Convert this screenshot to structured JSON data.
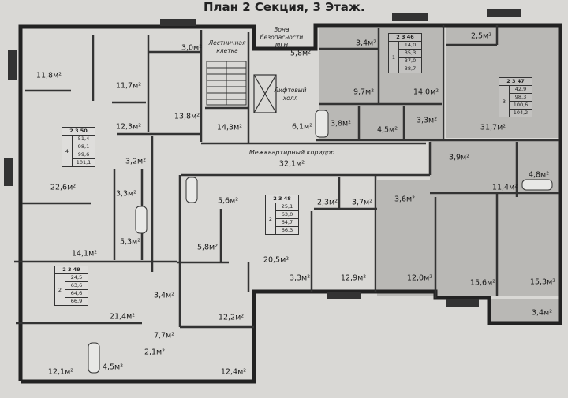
{
  "title": "План 2 Секция, 3 Этаж.",
  "colors": {
    "paper": "#d9d8d5",
    "room_fill_gray": "#b9b8b5",
    "wall": "#222222"
  },
  "common_areas": {
    "stair": "Лестничная клетка",
    "safety_zone": "Зона безопасности МГН",
    "lift_hall": "Лифтовый холл",
    "corridor": "Межквартирный коридор",
    "corridor_area": "32,1м²"
  },
  "apartments": [
    {
      "number": "2 3 50",
      "rooms": "4",
      "values": [
        "51,4",
        "98,1",
        "99,6",
        "101,1"
      ]
    },
    {
      "number": "2 3 46",
      "rooms": "1",
      "values": [
        "14,0",
        "35,3",
        "37,0",
        "38,7"
      ]
    },
    {
      "number": "2 3 47",
      "rooms": "3",
      "values": [
        "42,9",
        "98,3",
        "100,6",
        "104,2"
      ]
    },
    {
      "number": "2 3 48",
      "rooms": "2",
      "values": [
        "25,1",
        "63,0",
        "64,7",
        "66,3"
      ]
    },
    {
      "number": "2 3 49",
      "rooms": "2",
      "values": [
        "24,5",
        "63,6",
        "64,6",
        "66,9"
      ]
    }
  ],
  "rooms": [
    "11,8м²",
    "11,7м²",
    "3,0м²",
    "13,8м²",
    "12,3м²",
    "5,8м²",
    "14,3м²",
    "6,1м²",
    "3,4м²",
    "9,7м²",
    "14,0м²",
    "3,8м²",
    "4,5м²",
    "3,3м²",
    "2,5м²",
    "31,7м²",
    "3,9м²",
    "4,8м²",
    "11,4м²",
    "3,2м²",
    "22,6м²",
    "3,3м²",
    "5,3м²",
    "14,1м²",
    "5,6м²",
    "5,8м²",
    "2,3м²",
    "3,7м²",
    "3,6м²",
    "20,5м²",
    "3,3м²",
    "12,9м²",
    "12,0м²",
    "15,6м²",
    "15,3м²",
    "3,4м²",
    "3,4м²",
    "21,4м²",
    "12,2м²",
    "7,7м²",
    "2,1м²",
    "4,5м²",
    "12,1м²",
    "12,4м²"
  ]
}
